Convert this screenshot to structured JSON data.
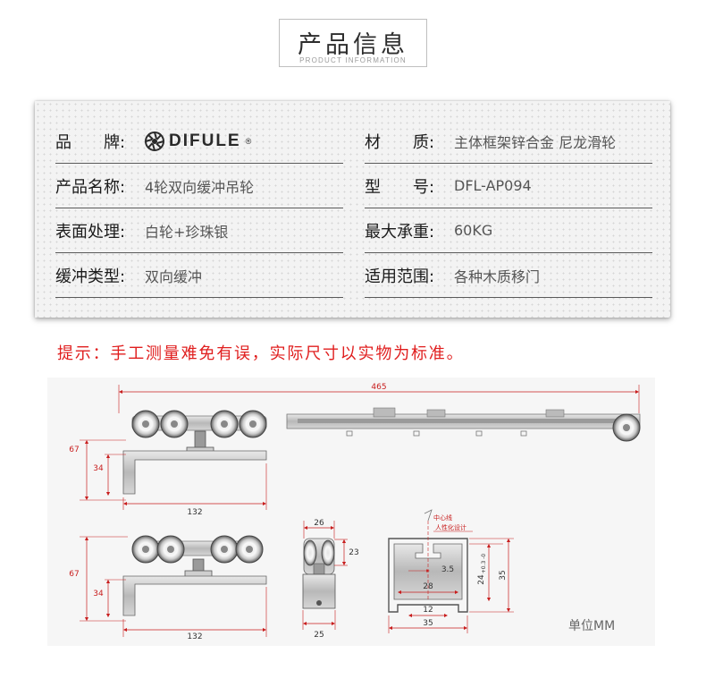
{
  "header": {
    "title_cn": "产品信息",
    "title_en": "PRODUCT INFORMATION"
  },
  "specs": {
    "brand_label": "品　　牌:",
    "brand_logo_text": "DIFULE",
    "brand_logo_mark": "®",
    "material_label": "材　　质:",
    "material_value": "主体框架锌合金 尼龙滑轮",
    "name_label": "产品名称:",
    "name_value": "4轮双向缓冲吊轮",
    "model_label": "型　　号:",
    "model_value": "DFL-AP094",
    "surface_label": "表面处理:",
    "surface_value": "白轮+珍珠银",
    "load_label": "最大承重:",
    "load_value": "60KG",
    "buffer_label": "缓冲类型:",
    "buffer_value": "双向缓冲",
    "usage_label": "适用范围:",
    "usage_value": "各种木质移门"
  },
  "notice": "提示：手工测量难免有误，实际尺寸以实物为标准。",
  "drawing": {
    "dim_total_length": "465",
    "dim_height_67_a": "67",
    "dim_height_34_a": "34",
    "dim_base_132_a": "132",
    "dim_height_67_b": "67",
    "dim_height_34_b": "34",
    "dim_base_132_b": "132",
    "dim_width_26": "26",
    "dim_height_23": "23",
    "dim_width_25": "25",
    "dim_3_5": "3.5",
    "dim_28": "28",
    "dim_12": "12",
    "dim_35_bottom": "35",
    "dim_35_side": "35",
    "dim_24": "24",
    "dim_24_tol": "+0.3 -0",
    "note_center_line": "中心线",
    "note_ergonomic": "人性化设计",
    "unit_text": "单位MM"
  },
  "colors": {
    "notice_red": "#e01e1e",
    "dimension_red": "#c81e1e",
    "panel_bg": "#f3f3f3"
  }
}
